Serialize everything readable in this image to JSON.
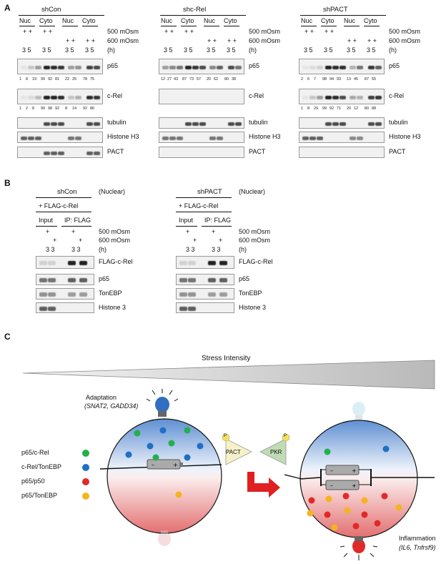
{
  "panels": {
    "a": "A",
    "b": "B",
    "c": "C"
  },
  "panel_a": {
    "groups": [
      {
        "title": "shCon",
        "fractions": [
          "Nuc",
          "Cyto",
          "Nuc",
          "Cyto"
        ],
        "times": [
          "3 5",
          "3 5",
          "3 5",
          "3 5"
        ],
        "p65_quant": [
          "1",
          "8",
          "19",
          "99",
          "92",
          "81",
          "22",
          "25",
          "78",
          "75"
        ],
        "crel_quant": [
          "1",
          "2",
          "8",
          "99",
          "98",
          "92",
          "8",
          "14",
          "92",
          "86"
        ]
      },
      {
        "title": "shc-Rel",
        "fractions": [
          "Nuc",
          "Cyto",
          "Nuc",
          "Cyto"
        ],
        "times": [
          "3 5",
          "3 5",
          "3 5",
          "3 5"
        ],
        "p65_quant": [
          "12",
          "27",
          "43",
          "87",
          "73",
          "57",
          "20",
          "62",
          "80",
          "38"
        ],
        "crel_quant": []
      },
      {
        "title": "shPACT",
        "fractions": [
          "Nuc",
          "Cyto",
          "Nuc",
          "Cyto"
        ],
        "times": [
          "3 5",
          "3 5",
          "3 5",
          "3 5"
        ],
        "p65_quant": [
          "2",
          "6",
          "7",
          "98",
          "94",
          "93",
          "13",
          "45",
          "87",
          "55"
        ],
        "crel_quant": [
          "1",
          "8",
          "29",
          "99",
          "92",
          "71",
          "20",
          "12",
          "80",
          "88"
        ]
      }
    ],
    "plus": "+ +",
    "cond_labels": [
      "500 mOsm",
      "600 mOsm",
      "(h)"
    ],
    "row_labels": [
      "p65",
      "c-Rel",
      "tubulin",
      "Histone H3",
      "PACT"
    ]
  },
  "panel_b": {
    "groups": [
      {
        "title": "shCon",
        "tag": "(Nuclear)",
        "construct": "+ FLAG-c-Rel",
        "input": "Input",
        "ip": "IP: FLAG",
        "plus": "+",
        "times": "3",
        "times2": "3  3"
      },
      {
        "title": "shPACT",
        "tag": "(Nuclear)",
        "construct": "+ FLAG-c-Rel",
        "input": "Input",
        "ip": "IP: FLAG",
        "plus": "+",
        "times": "3",
        "times2": "3  3"
      }
    ],
    "cond_labels": [
      "500 mOsm",
      "600 mOsm",
      "(h)"
    ],
    "row_labels": [
      "FLAG-c-Rel",
      "p65",
      "TonEBP",
      "Histone 3"
    ]
  },
  "panel_c": {
    "stress_label": "Stress Intensity",
    "adaptation_title": "Adaptation",
    "adaptation_genes": "(SNAT2, GADD34)",
    "inflammation_title": "Inflammation",
    "inflammation_genes": "(IL6, Tnfrsf9)",
    "pact": "PACT",
    "pkr": "PKR",
    "phospho": "P",
    "legend": [
      {
        "label": "p65/c-Rel",
        "color": "#22b04b"
      },
      {
        "label": "c-Rel/TonEBP",
        "color": "#1f6fc4"
      },
      {
        "label": "p65/p50",
        "color": "#e02a2a"
      },
      {
        "label": "p65/TonEBP",
        "color": "#f5b31f"
      }
    ]
  }
}
